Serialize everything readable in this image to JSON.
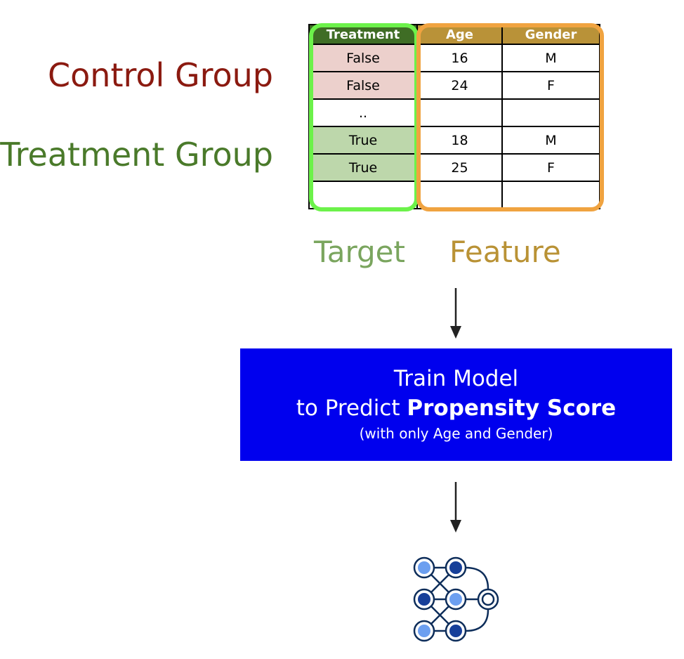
{
  "groups": {
    "control_label": "Control Group",
    "treatment_label": "Treatment Group"
  },
  "table": {
    "headers": [
      "Treatment",
      "Age",
      "Gender"
    ],
    "rows": [
      [
        "False",
        "16",
        "M"
      ],
      [
        "False",
        "24",
        "F"
      ],
      [
        "..",
        "",
        ""
      ],
      [
        "True",
        "18",
        "M"
      ],
      [
        "True",
        "25",
        "F"
      ],
      [
        "",
        "",
        ""
      ]
    ]
  },
  "labels": {
    "target": "Target",
    "feature": "Feature"
  },
  "model_box": {
    "line1": "Train Model",
    "line2_prefix": "to Predict ",
    "line2_bold": "Propensity Score",
    "line3": "(with only Age and Gender)"
  },
  "icons": {
    "network": "neural-network-icon",
    "arrow": "arrow-down-icon"
  },
  "colors": {
    "control": "#8b1a10",
    "treatment": "#4a7a2a",
    "target_highlight": "#6cf24a",
    "feature_highlight": "#f0a340",
    "model_box": "#0000ee",
    "false_row": "#ecd0cc",
    "true_row": "#bdd7ab"
  }
}
